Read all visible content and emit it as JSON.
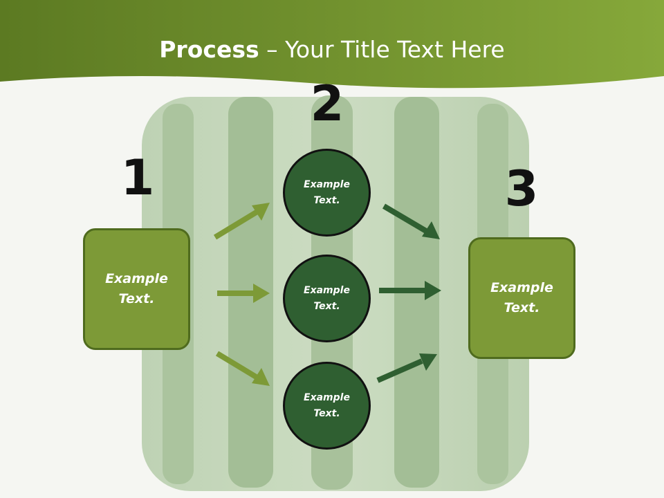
{
  "slide": {
    "title_bold": "Process",
    "title_rest": " – Your Title Text Here"
  },
  "steps": {
    "step1_number": "1",
    "step2_number": "2",
    "step3_number": "3"
  },
  "boxes": {
    "left_text": "Example Text.",
    "right_text": "Example Text."
  },
  "circles": [
    {
      "text": "Example Text."
    },
    {
      "text": "Example Text."
    },
    {
      "text": "Example Text."
    }
  ],
  "colors": {
    "header_green": "#6d8a2a",
    "box_fill": "#7d9a37",
    "circle_fill": "#2f5f31",
    "arrow_light": "#7d9a37",
    "arrow_dark": "#2f5f31"
  }
}
